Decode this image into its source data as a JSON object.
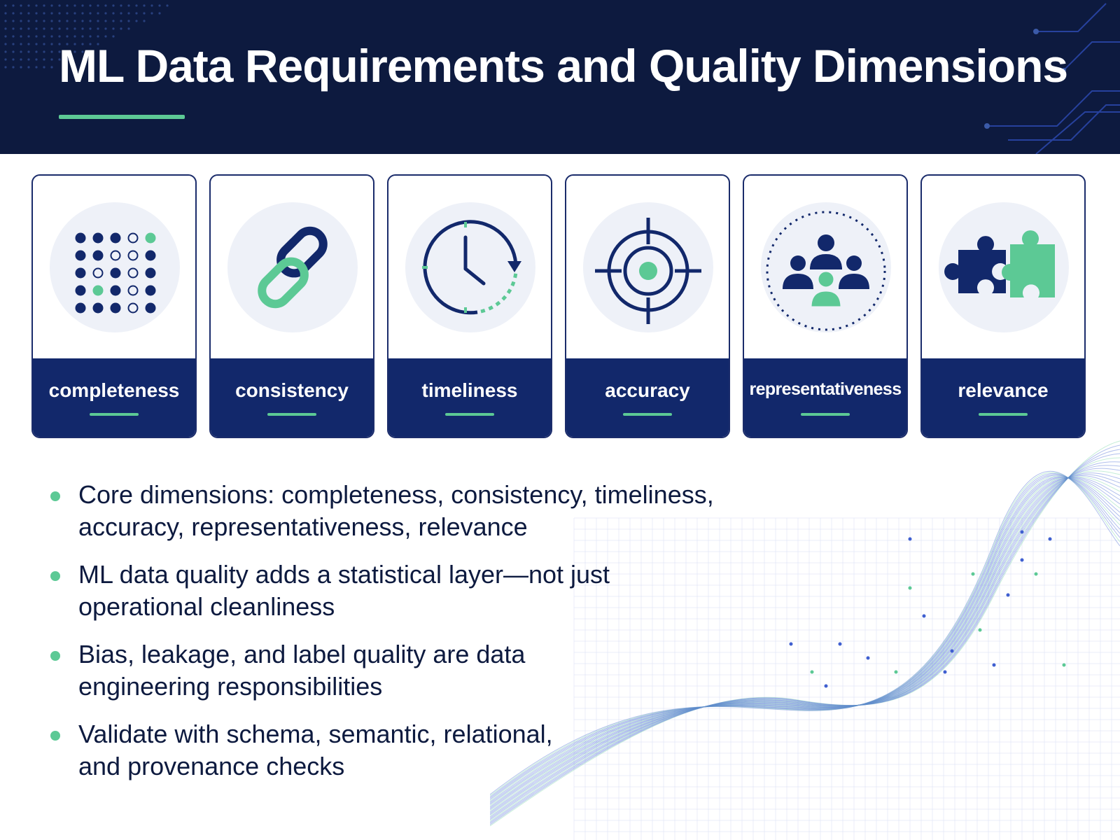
{
  "header": {
    "title": "ML Data Requirements and Quality Dimensions"
  },
  "cards": [
    {
      "label": "completeness",
      "icon": "dot-grid-icon"
    },
    {
      "label": "consistency",
      "icon": "chain-link-icon"
    },
    {
      "label": "timeliness",
      "icon": "clock-icon"
    },
    {
      "label": "accuracy",
      "icon": "target-icon"
    },
    {
      "label": "representativeness",
      "icon": "people-group-icon"
    },
    {
      "label": "relevance",
      "icon": "puzzle-icon"
    }
  ],
  "bullets": [
    "Core dimensions: completeness, consistency, timeliness, accuracy, representativeness, relevance",
    "ML data quality adds a statistical layer—not just operational cleanliness",
    "Bias, leakage, and label quality are data engineering responsibilities",
    "Validate with schema, semantic, relational, and provenance checks"
  ],
  "colors": {
    "navy": "#12286b",
    "dark_navy": "#0d1a3f",
    "accent_green": "#5cc995",
    "light_circle": "#eef1f8"
  }
}
